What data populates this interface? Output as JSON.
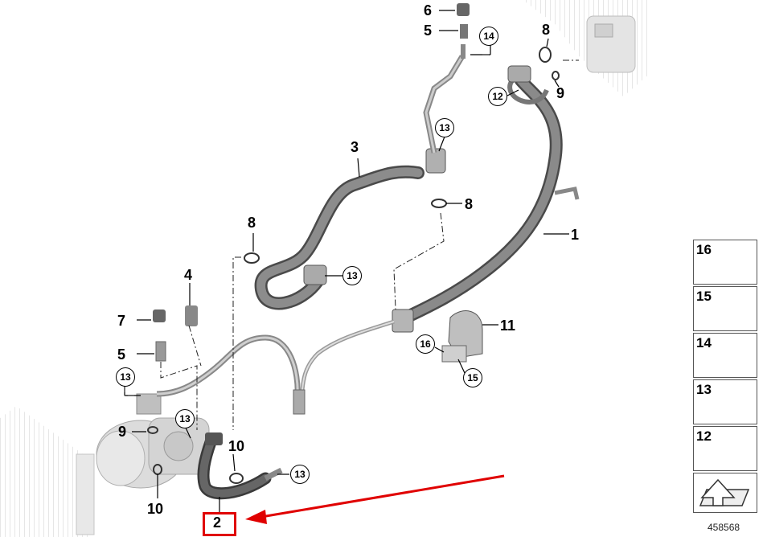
{
  "callouts": {
    "n1": "1",
    "n2": "2",
    "n3": "3",
    "n4": "4",
    "n5a": "5",
    "n5b": "5",
    "n6": "6",
    "n7": "7",
    "n8a": "8",
    "n8b": "8",
    "n8c": "8",
    "n9a": "9",
    "n9b": "9",
    "n10a": "10",
    "n10b": "10",
    "n11": "11",
    "n12": "12",
    "n13a": "13",
    "n13b": "13",
    "n13c": "13",
    "n13d": "13",
    "n13e": "13",
    "n14": "14",
    "n15": "15",
    "n16": "16"
  },
  "legend": {
    "items": [
      "16",
      "15",
      "14",
      "13",
      "12"
    ]
  },
  "doc_number": "458568",
  "colors": {
    "highlight": "#e00000",
    "hose": "#6e6e6e",
    "pipe": "#bdbdbd"
  }
}
